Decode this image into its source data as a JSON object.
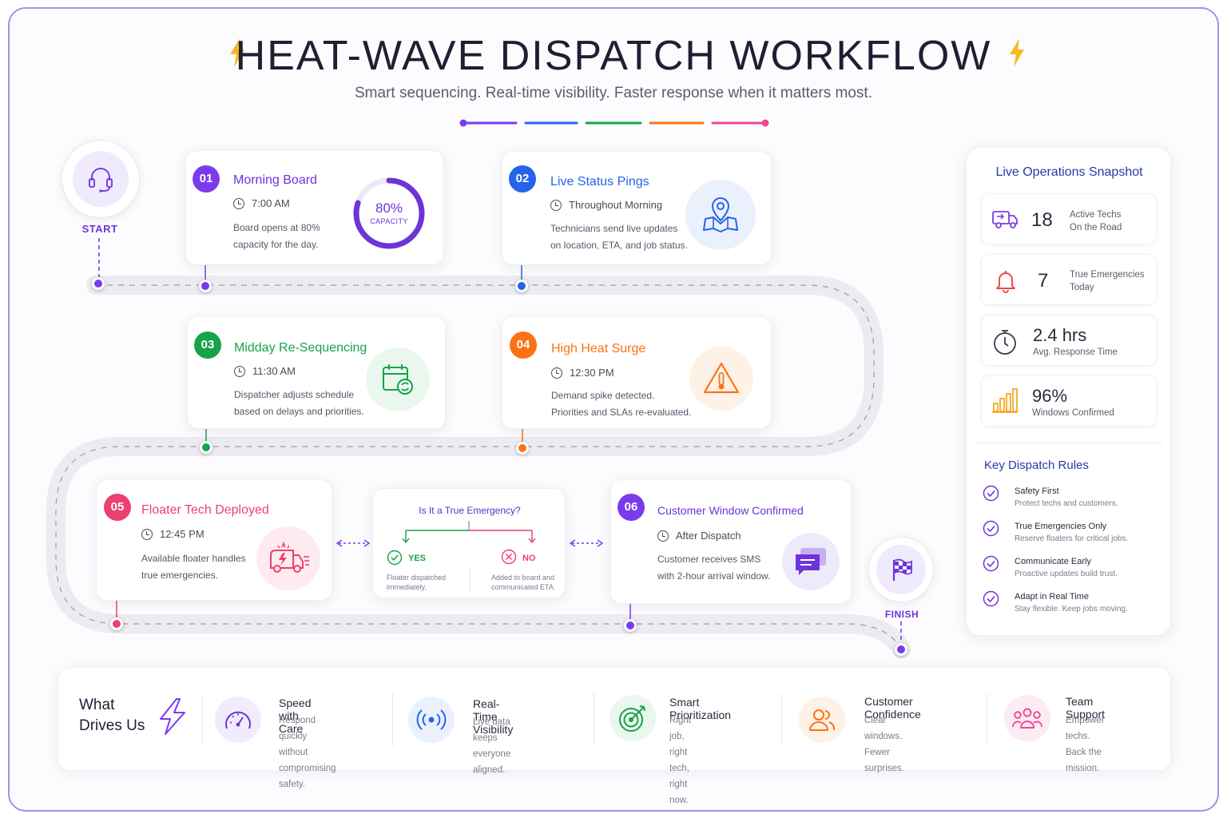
{
  "header": {
    "title": "HEAT-WAVE DISPATCH WORKFLOW",
    "subtitle": "Smart sequencing. Real-time visibility. Faster response when it matters most.",
    "accent_colors": [
      "#7c3aed",
      "#2563eb",
      "#16a34a",
      "#f97316",
      "#ec4899"
    ]
  },
  "route": {
    "start_label": "START",
    "finish_label": "FINISH",
    "start_icon": "headset-icon",
    "finish_icon": "checkered-flag-icon"
  },
  "steps": [
    {
      "number": "01",
      "title": "Morning Board",
      "time": "7:00 AM",
      "desc_1": "Board opens at 80%",
      "desc_2": "capacity for the day.",
      "color": "#7c3aed",
      "gauge_value": "80%",
      "gauge_label": "CAPACITY",
      "capacity_fraction": 0.8
    },
    {
      "number": "02",
      "title": "Live Status Pings",
      "time": "Throughout Morning",
      "desc_1": "Technicians send live updates",
      "desc_2": "on location, ETA, and job status.",
      "color": "#2563eb",
      "icon": "map-pin-icon"
    },
    {
      "number": "03",
      "title": "Midday Re-Sequencing",
      "time": "11:30 AM",
      "desc_1": "Dispatcher adjusts schedule",
      "desc_2": "based on delays and priorities.",
      "color": "#16a34a",
      "icon": "calendar-refresh-icon"
    },
    {
      "number": "04",
      "title": "High Heat Surge",
      "time": "12:30 PM",
      "desc_1": "Demand spike detected.",
      "desc_2": "Priorities and SLAs re-evaluated.",
      "color": "#f97316",
      "icon": "warning-thermometer-icon"
    },
    {
      "number": "05",
      "title": "Floater Tech Deployed",
      "time": "12:45 PM",
      "desc_1": "Available floater handles",
      "desc_2": "true emergencies.",
      "color": "#ec3f72",
      "icon": "emergency-van-icon"
    },
    {
      "number": "06",
      "title": "Customer Window Confirmed",
      "time": "After Dispatch",
      "desc_1": "Customer receives SMS",
      "desc_2": "with 2-hour arrival window.",
      "color": "#7c3aed",
      "icon": "chat-icon"
    }
  ],
  "decision": {
    "question": "Is It a True Emergency?",
    "yes_label": "YES",
    "yes_desc_1": "Floater dispatched",
    "yes_desc_2": "immediately.",
    "no_label": "NO",
    "no_desc_1": "Added to board and",
    "no_desc_2": "communicated ETA."
  },
  "snapshot": {
    "title": "Live Operations Snapshot",
    "stats": [
      {
        "value": "18",
        "label_1": "Active Techs",
        "label_2": "On the Road",
        "icon": "truck-icon",
        "color": "#7c3aed"
      },
      {
        "value": "7",
        "label_1": "True Emergencies",
        "label_2": "Today",
        "icon": "bell-icon",
        "color": "#ef4444"
      },
      {
        "value": "2.4 hrs",
        "label_1": "Avg. Response Time",
        "label_2": "",
        "icon": "stopwatch-icon",
        "color": "#3b3c50"
      },
      {
        "value": "96%",
        "label_1": "Windows Confirmed",
        "label_2": "",
        "icon": "bar-chart-icon",
        "color": "#f59e0b"
      }
    ]
  },
  "rules": {
    "title": "Key Dispatch Rules",
    "items": [
      {
        "title": "Safety First",
        "desc": "Protect techs and customers."
      },
      {
        "title": "True Emergencies Only",
        "desc": "Reserve floaters for critical jobs."
      },
      {
        "title": "Communicate Early",
        "desc": "Proactive updates build trust."
      },
      {
        "title": "Adapt in Real Time",
        "desc": "Stay flexible. Keep jobs moving."
      }
    ]
  },
  "drives": {
    "heading_1": "What",
    "heading_2": "Drives Us",
    "items": [
      {
        "title": "Speed with Care",
        "desc_1": "Respond quickly without",
        "desc_2": "compromising safety.",
        "icon": "speedometer-icon",
        "color": "#7c3aed"
      },
      {
        "title": "Real-Time Visibility",
        "desc_1": "Live data keeps everyone",
        "desc_2": "aligned.",
        "icon": "broadcast-icon",
        "color": "#2563eb"
      },
      {
        "title": "Smart Prioritization",
        "desc_1": "Right job, right tech,",
        "desc_2": "right now.",
        "icon": "target-icon",
        "color": "#16a34a"
      },
      {
        "title": "Customer Confidence",
        "desc_1": "Clear windows.",
        "desc_2": "Fewer surprises.",
        "icon": "customers-icon",
        "color": "#f97316"
      },
      {
        "title": "Team Support",
        "desc_1": "Empower techs.",
        "desc_2": "Back the mission.",
        "icon": "team-icon",
        "color": "#ec4899"
      }
    ]
  }
}
